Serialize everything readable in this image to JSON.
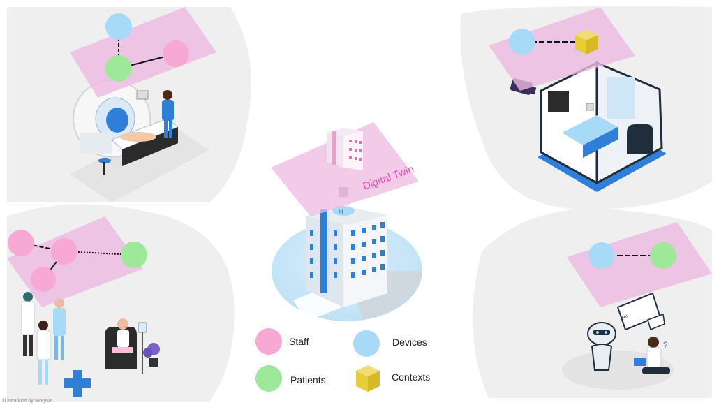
{
  "center": {
    "label": "Digital Twin"
  },
  "legend": {
    "staff": "Staff",
    "devices": "Devices",
    "patients": "Patients",
    "contexts": "Contexts"
  },
  "credit": "Illustrations by Storyset",
  "colors": {
    "staff": "#f7a8d3",
    "device": "#a6daf7",
    "patient": "#9ee89a",
    "context": "#e8cd3b",
    "overlay": "#eeb9e1",
    "blob": "#efefef",
    "accent": "#e84fb4",
    "blue": "#2f7fd8"
  }
}
